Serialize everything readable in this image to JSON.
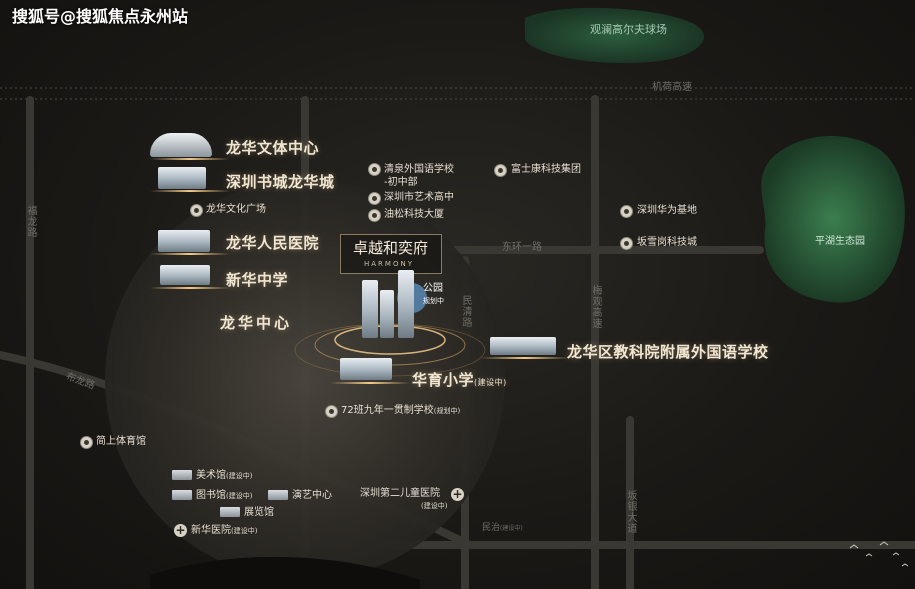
{
  "watermark": "搜狐号@搜狐焦点永州站",
  "project": {
    "name": "卓越和奕府",
    "name_en": "HARMONY"
  },
  "park": {
    "label": "公园",
    "note": "规划中"
  },
  "center_label": "龙华中心",
  "roads": {
    "jihe": "机荷高速",
    "donghuan": "东环一路",
    "fulong": "福龙路",
    "minqing": "民清路",
    "meiguan": "梅观高速",
    "bulong": "布龙路",
    "minzhi": "民治",
    "minzhi_note": "(建设中)",
    "banyin": "坂银大道"
  },
  "areas": {
    "golf": "观澜高尔夫球场",
    "pinghu_park": "平湖生态园"
  },
  "left_list": [
    {
      "label": "龙华文体中心"
    },
    {
      "label": "深圳书城龙华城"
    },
    {
      "label": "龙华文化广场"
    },
    {
      "label": "龙华人民医院"
    },
    {
      "label": "新华中学"
    }
  ],
  "schools": [
    {
      "label": "清泉外国语学校\n-初中部"
    },
    {
      "label": "深圳市艺术高中"
    },
    {
      "label": "油松科技大厦"
    }
  ],
  "companies": [
    {
      "label": "富士康科技集团"
    },
    {
      "label": "深圳华为基地"
    },
    {
      "label": "坂雪岗科技城"
    }
  ],
  "east_school": "龙华区教科院附属外国语学校",
  "huayu": {
    "label": "华育小学",
    "note": "(建设中)"
  },
  "nine_year": {
    "label": "72班九年一贯制学校",
    "note": "(规划中)"
  },
  "sports": "简上体育馆",
  "culture": [
    {
      "label": "美术馆",
      "note": "(建设中)"
    },
    {
      "label": "图书馆",
      "note": "(建设中)"
    },
    {
      "label": "演艺中心"
    },
    {
      "label": "展览馆"
    },
    {
      "label": "新华医院",
      "note": "(建设中)"
    }
  ],
  "children_hospital": {
    "label": "深圳第二儿童医院",
    "note": "(建设中)"
  }
}
